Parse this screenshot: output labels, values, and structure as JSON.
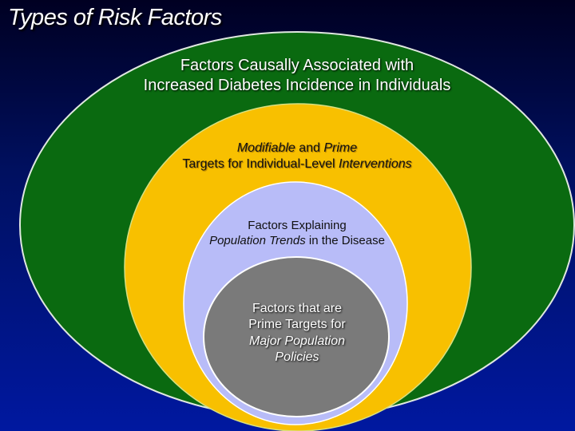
{
  "title": "Types of Risk Factors",
  "colors": {
    "green": "#0a6a10",
    "yellow": "#f8c000",
    "lavender": "#b8bcf8",
    "gray": "#7a7a7a"
  },
  "outer": {
    "line1": "Factors Causally Associated with",
    "line2": "Increased Diabetes Incidence in Individuals"
  },
  "modifiable": {
    "w1": "Modifiable",
    "w2": " and ",
    "w3": "Prime",
    "w4": "Targets for Individual-Level ",
    "w5": "Interventions"
  },
  "trends": {
    "line1": "Factors Explaining",
    "w1": "Population Trends",
    "w2": " in the Disease"
  },
  "policy": {
    "line1": "Factors that are",
    "line2": "Prime Targets for",
    "line3": "Major Population",
    "line4": "Policies"
  }
}
